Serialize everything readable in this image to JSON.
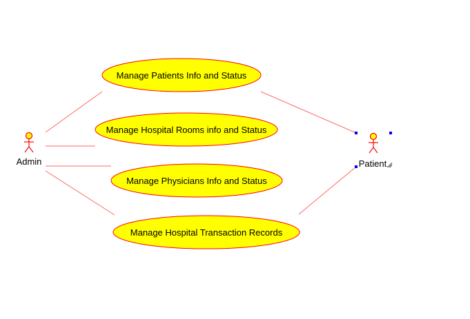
{
  "diagram": {
    "type": "use-case",
    "colors": {
      "ellipse_fill": "#ffff00",
      "ellipse_stroke": "#ff0000",
      "connector": "#ff6666",
      "actor_fill": "#ffff00",
      "actor_stroke": "#ff0000",
      "selection_handle": "#0000ff"
    },
    "actors": [
      {
        "id": "admin",
        "label": "Admin"
      },
      {
        "id": "patient",
        "label": "Patient"
      }
    ],
    "use_cases": [
      {
        "id": "uc1",
        "label": "Manage Patients Info and Status"
      },
      {
        "id": "uc2",
        "label": "Manage Hospital Rooms info and Status"
      },
      {
        "id": "uc3",
        "label": "Manage Physicians Info and Status"
      },
      {
        "id": "uc4",
        "label": "Manage Hospital Transaction Records"
      }
    ],
    "associations": [
      {
        "from": "admin",
        "to": "uc1"
      },
      {
        "from": "admin",
        "to": "uc2"
      },
      {
        "from": "admin",
        "to": "uc3"
      },
      {
        "from": "admin",
        "to": "uc4"
      },
      {
        "from": "patient",
        "to": "uc1"
      },
      {
        "from": "patient",
        "to": "uc4"
      }
    ]
  }
}
